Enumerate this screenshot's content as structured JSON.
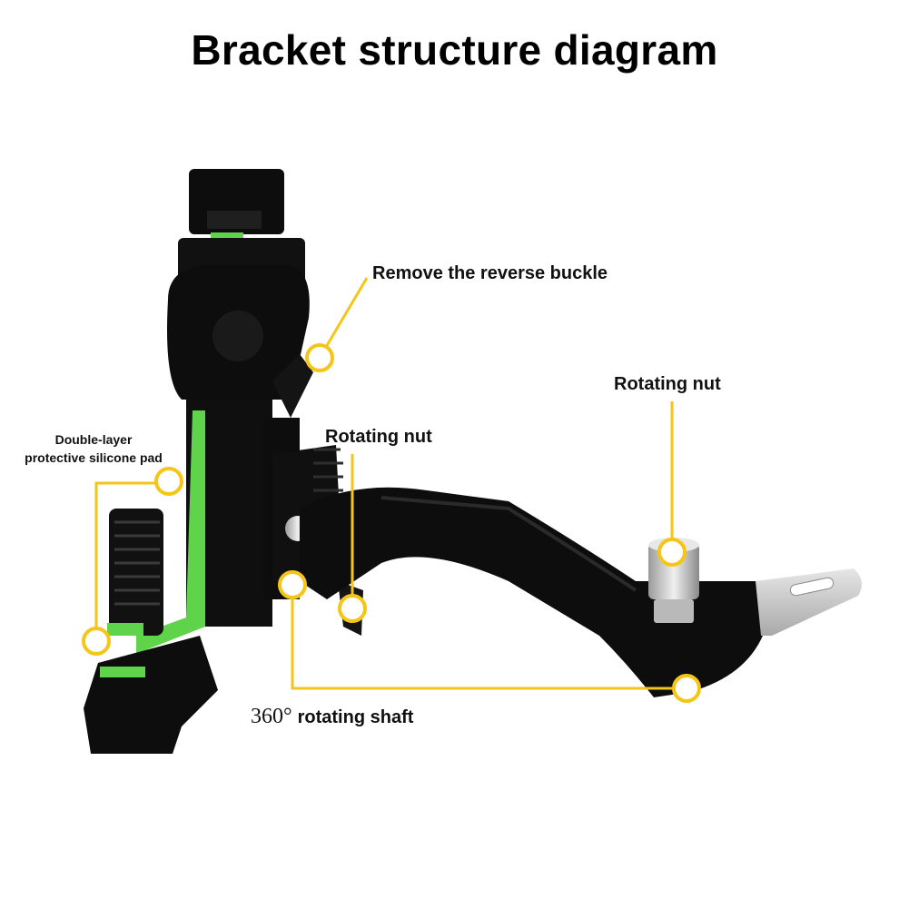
{
  "title": "Bracket structure diagram",
  "labels": {
    "remove_buckle": "Remove the reverse buckle",
    "rotating_nut_right": "Rotating nut",
    "rotating_nut_center": "Rotating nut",
    "silicone_pad_line1": "Double-layer",
    "silicone_pad_line2": "protective silicone pad",
    "shaft_degrees": "360°",
    "shaft_text": "rotating shaft"
  },
  "colors": {
    "callout": "#f5c518",
    "bracket": "#0d0d0d",
    "pad": "#5fd34a",
    "metal": "#c8c8c8"
  },
  "icons": [
    "callout-circle-icon"
  ]
}
